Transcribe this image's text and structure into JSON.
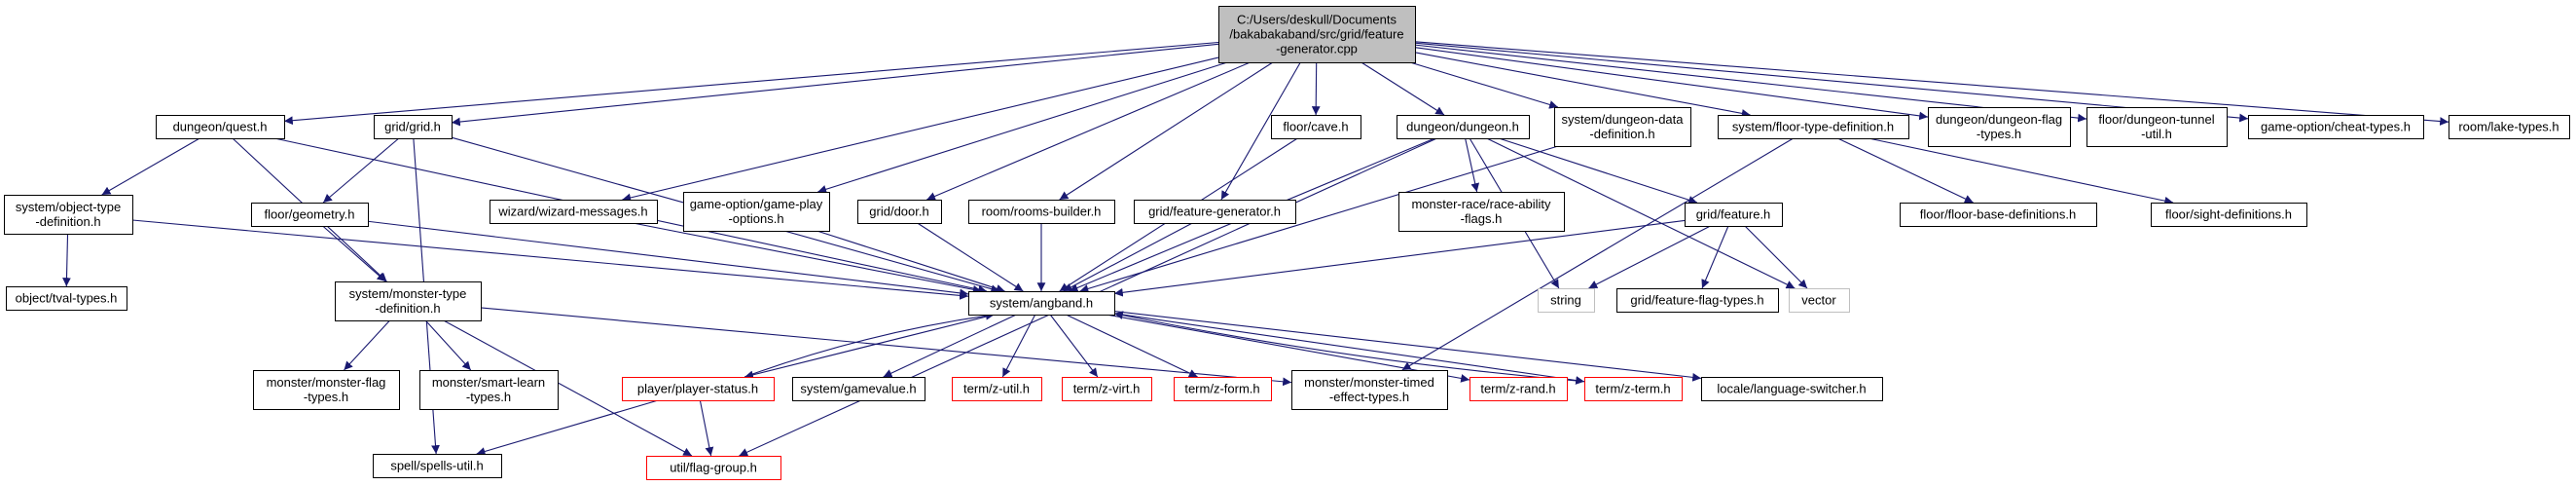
{
  "graph": {
    "colors": {
      "edge": "#191970",
      "root_fill": "#bfbfbf",
      "root_border": "#000000",
      "node_fill": "#ffffff",
      "node_border": "#000000",
      "external_border": "#bfbfbf",
      "truncated_border": "#ff0000"
    },
    "nodes": [
      {
        "id": "root",
        "lines": [
          "C:/Users/deskull/Documents",
          "/bakabakaband/src/grid/feature",
          "-generator.cpp"
        ],
        "kind": "root"
      },
      {
        "id": "dungeon-quest",
        "lines": [
          "dungeon/quest.h"
        ],
        "kind": "normal"
      },
      {
        "id": "grid-grid",
        "lines": [
          "grid/grid.h"
        ],
        "kind": "normal"
      },
      {
        "id": "wizard-messages",
        "lines": [
          "wizard/wizard-messages.h"
        ],
        "kind": "normal"
      },
      {
        "id": "game-play-options",
        "lines": [
          "game-option/game-play",
          "-options.h"
        ],
        "kind": "normal"
      },
      {
        "id": "grid-door",
        "lines": [
          "grid/door.h"
        ],
        "kind": "normal"
      },
      {
        "id": "rooms-builder",
        "lines": [
          "room/rooms-builder.h"
        ],
        "kind": "normal"
      },
      {
        "id": "feature-generator",
        "lines": [
          "grid/feature-generator.h"
        ],
        "kind": "normal"
      },
      {
        "id": "floor-cave",
        "lines": [
          "floor/cave.h"
        ],
        "kind": "normal"
      },
      {
        "id": "dungeon-dungeon",
        "lines": [
          "dungeon/dungeon.h"
        ],
        "kind": "normal"
      },
      {
        "id": "dungeon-data-definition",
        "lines": [
          "system/dungeon-data",
          "-definition.h"
        ],
        "kind": "normal"
      },
      {
        "id": "floor-type-definition",
        "lines": [
          "system/floor-type-definition.h"
        ],
        "kind": "normal"
      },
      {
        "id": "dungeon-flag-types",
        "lines": [
          "dungeon/dungeon-flag",
          "-types.h"
        ],
        "kind": "normal"
      },
      {
        "id": "dungeon-tunnel-util",
        "lines": [
          "floor/dungeon-tunnel",
          "-util.h"
        ],
        "kind": "normal"
      },
      {
        "id": "cheat-types",
        "lines": [
          "game-option/cheat-types.h"
        ],
        "kind": "normal"
      },
      {
        "id": "lake-types",
        "lines": [
          "room/lake-types.h"
        ],
        "kind": "normal"
      },
      {
        "id": "object-type-definition",
        "lines": [
          "system/object-type",
          "-definition.h"
        ],
        "kind": "normal"
      },
      {
        "id": "floor-geometry",
        "lines": [
          "floor/geometry.h"
        ],
        "kind": "normal"
      },
      {
        "id": "race-ability-flags",
        "lines": [
          "monster-race/race-ability",
          "-flags.h"
        ],
        "kind": "normal"
      },
      {
        "id": "grid-feature",
        "lines": [
          "grid/feature.h"
        ],
        "kind": "normal"
      },
      {
        "id": "floor-base-definitions",
        "lines": [
          "floor/floor-base-definitions.h"
        ],
        "kind": "normal"
      },
      {
        "id": "sight-definitions",
        "lines": [
          "floor/sight-definitions.h"
        ],
        "kind": "normal"
      },
      {
        "id": "tval-types",
        "lines": [
          "object/tval-types.h"
        ],
        "kind": "normal"
      },
      {
        "id": "monster-type-definition",
        "lines": [
          "system/monster-type",
          "-definition.h"
        ],
        "kind": "normal"
      },
      {
        "id": "system-angband",
        "lines": [
          "system/angband.h"
        ],
        "kind": "normal"
      },
      {
        "id": "string",
        "lines": [
          "string"
        ],
        "kind": "external"
      },
      {
        "id": "feature-flag-types",
        "lines": [
          "grid/feature-flag-types.h"
        ],
        "kind": "normal"
      },
      {
        "id": "vector",
        "lines": [
          "vector"
        ],
        "kind": "external"
      },
      {
        "id": "monster-flag-types",
        "lines": [
          "monster/monster-flag",
          "-types.h"
        ],
        "kind": "normal"
      },
      {
        "id": "smart-learn-types",
        "lines": [
          "monster/smart-learn",
          "-types.h"
        ],
        "kind": "normal"
      },
      {
        "id": "player-status",
        "lines": [
          "player/player-status.h"
        ],
        "kind": "truncated"
      },
      {
        "id": "gamevalue",
        "lines": [
          "system/gamevalue.h"
        ],
        "kind": "normal"
      },
      {
        "id": "z-util",
        "lines": [
          "term/z-util.h"
        ],
        "kind": "truncated"
      },
      {
        "id": "z-virt",
        "lines": [
          "term/z-virt.h"
        ],
        "kind": "truncated"
      },
      {
        "id": "z-form",
        "lines": [
          "term/z-form.h"
        ],
        "kind": "truncated"
      },
      {
        "id": "monster-timed-effect-types",
        "lines": [
          "monster/monster-timed",
          "-effect-types.h"
        ],
        "kind": "normal"
      },
      {
        "id": "z-rand",
        "lines": [
          "term/z-rand.h"
        ],
        "kind": "truncated"
      },
      {
        "id": "z-term",
        "lines": [
          "term/z-term.h"
        ],
        "kind": "truncated"
      },
      {
        "id": "language-switcher",
        "lines": [
          "locale/language-switcher.h"
        ],
        "kind": "normal"
      },
      {
        "id": "spells-util",
        "lines": [
          "spell/spells-util.h"
        ],
        "kind": "normal"
      },
      {
        "id": "flag-group",
        "lines": [
          "util/flag-group.h"
        ],
        "kind": "truncated"
      }
    ],
    "edges": [
      [
        "root",
        "dungeon-quest"
      ],
      [
        "root",
        "grid-grid"
      ],
      [
        "root",
        "wizard-messages"
      ],
      [
        "root",
        "game-play-options"
      ],
      [
        "root",
        "grid-door"
      ],
      [
        "root",
        "rooms-builder"
      ],
      [
        "root",
        "feature-generator"
      ],
      [
        "root",
        "floor-cave"
      ],
      [
        "root",
        "dungeon-dungeon"
      ],
      [
        "root",
        "dungeon-data-definition"
      ],
      [
        "root",
        "floor-type-definition"
      ],
      [
        "root",
        "dungeon-flag-types"
      ],
      [
        "root",
        "dungeon-tunnel-util"
      ],
      [
        "root",
        "cheat-types"
      ],
      [
        "root",
        "lake-types"
      ],
      [
        "dungeon-quest",
        "object-type-definition"
      ],
      [
        "dungeon-quest",
        "monster-type-definition"
      ],
      [
        "dungeon-quest",
        "system-angband"
      ],
      [
        "grid-grid",
        "floor-geometry"
      ],
      [
        "grid-grid",
        "system-angband"
      ],
      [
        "grid-grid",
        "spells-util"
      ],
      [
        "object-type-definition",
        "tval-types"
      ],
      [
        "object-type-definition",
        "system-angband"
      ],
      [
        "floor-geometry",
        "monster-type-definition"
      ],
      [
        "floor-geometry",
        "system-angband"
      ],
      [
        "wizard-messages",
        "system-angband"
      ],
      [
        "game-play-options",
        "system-angband"
      ],
      [
        "grid-door",
        "system-angband"
      ],
      [
        "rooms-builder",
        "system-angband"
      ],
      [
        "feature-generator",
        "system-angband"
      ],
      [
        "floor-cave",
        "system-angband"
      ],
      [
        "dungeon-dungeon",
        "system-angband"
      ],
      [
        "dungeon-dungeon",
        "race-ability-flags"
      ],
      [
        "dungeon-dungeon",
        "grid-feature"
      ],
      [
        "dungeon-dungeon",
        "string"
      ],
      [
        "dungeon-dungeon",
        "vector"
      ],
      [
        "dungeon-dungeon",
        "flag-group"
      ],
      [
        "dungeon-data-definition",
        "system-angband"
      ],
      [
        "floor-type-definition",
        "floor-base-definitions"
      ],
      [
        "floor-type-definition",
        "sight-definitions"
      ],
      [
        "floor-type-definition",
        "monster-timed-effect-types"
      ],
      [
        "grid-feature",
        "system-angband"
      ],
      [
        "grid-feature",
        "string"
      ],
      [
        "grid-feature",
        "feature-flag-types"
      ],
      [
        "grid-feature",
        "vector"
      ],
      [
        "monster-type-definition",
        "monster-flag-types"
      ],
      [
        "monster-type-definition",
        "smart-learn-types"
      ],
      [
        "monster-type-definition",
        "monster-timed-effect-types"
      ],
      [
        "monster-type-definition",
        "flag-group"
      ],
      [
        "system-angband",
        "player-status"
      ],
      [
        "system-angband",
        "gamevalue"
      ],
      [
        "system-angband",
        "z-util"
      ],
      [
        "system-angband",
        "z-virt"
      ],
      [
        "system-angband",
        "z-form"
      ],
      [
        "system-angband",
        "z-rand"
      ],
      [
        "system-angband",
        "z-term"
      ],
      [
        "system-angband",
        "language-switcher"
      ],
      [
        "player-status",
        "system-angband"
      ],
      [
        "z-term",
        "system-angband"
      ],
      [
        "player-status",
        "spells-util"
      ],
      [
        "player-status",
        "flag-group"
      ]
    ]
  }
}
